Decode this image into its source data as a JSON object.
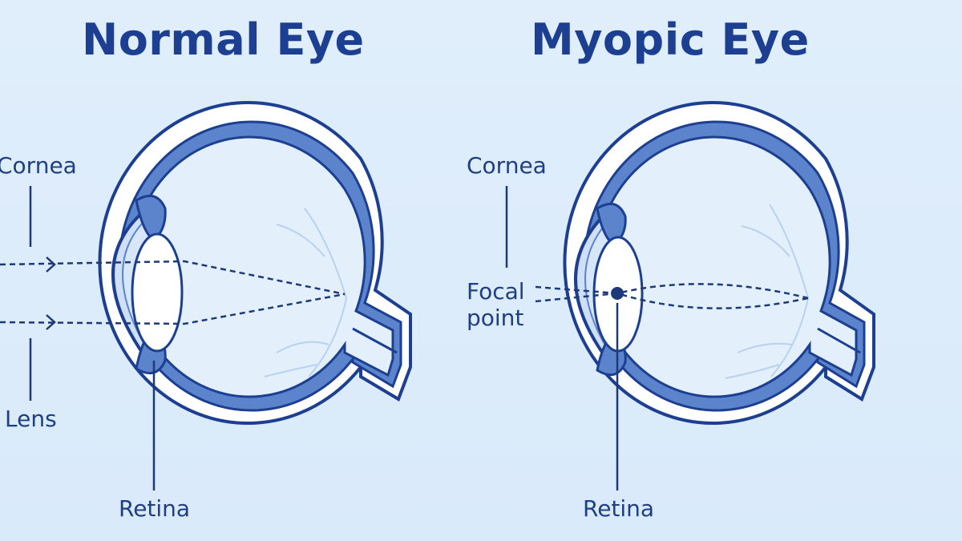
{
  "panels": {
    "normal": {
      "title": "Normal Eye",
      "labels": {
        "cornea": "Cornea",
        "lens": "Lens",
        "retina": "Retina"
      }
    },
    "myopic": {
      "title": "Myopic Eye",
      "labels": {
        "cornea": "Cornea",
        "focal_point_line1": "Focal",
        "focal_point_line2": "point",
        "retina": "Retina"
      }
    }
  },
  "colors": {
    "background": "#dfeefb",
    "outline": "#1c3f91",
    "sclera_band": "#5b84cc",
    "eye_fill": "#e3f0fc",
    "cornea_fill": "#cfe0f6",
    "ray": "#1c3a78"
  }
}
